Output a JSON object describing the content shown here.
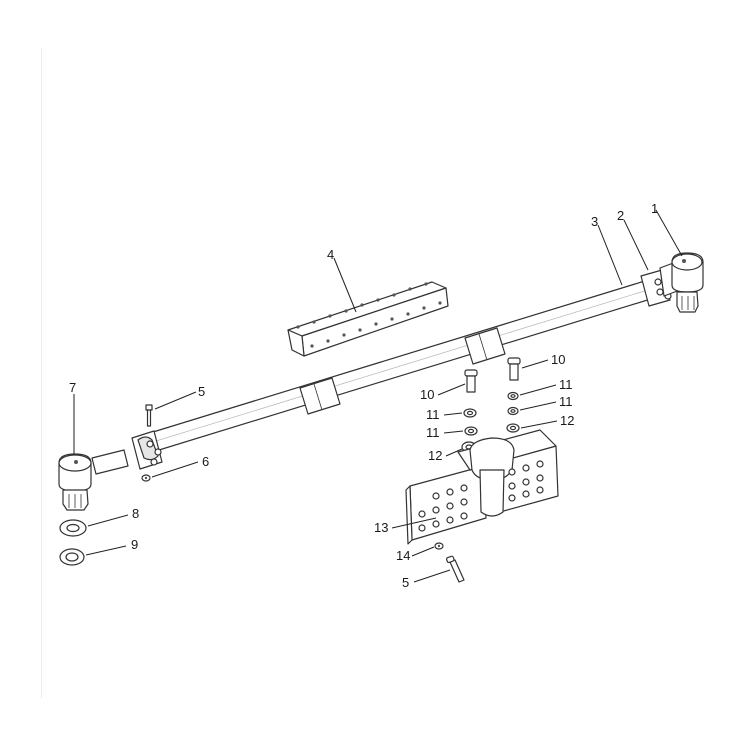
{
  "callouts": [
    {
      "id": "c1",
      "text": "1"
    },
    {
      "id": "c2",
      "text": "2"
    },
    {
      "id": "c3",
      "text": "3"
    },
    {
      "id": "c4",
      "text": "4"
    },
    {
      "id": "c5a",
      "text": "5"
    },
    {
      "id": "c5b",
      "text": "5"
    },
    {
      "id": "c6",
      "text": "6"
    },
    {
      "id": "c7",
      "text": "7"
    },
    {
      "id": "c8",
      "text": "8"
    },
    {
      "id": "c9",
      "text": "9"
    },
    {
      "id": "c10a",
      "text": "10"
    },
    {
      "id": "c10b",
      "text": "10"
    },
    {
      "id": "c11a",
      "text": "11"
    },
    {
      "id": "c11b",
      "text": "11"
    },
    {
      "id": "c11c",
      "text": "11"
    },
    {
      "id": "c11d",
      "text": "11"
    },
    {
      "id": "c12a",
      "text": "12"
    },
    {
      "id": "c12b",
      "text": "12"
    },
    {
      "id": "c13",
      "text": "13"
    },
    {
      "id": "c14",
      "text": "14"
    }
  ]
}
